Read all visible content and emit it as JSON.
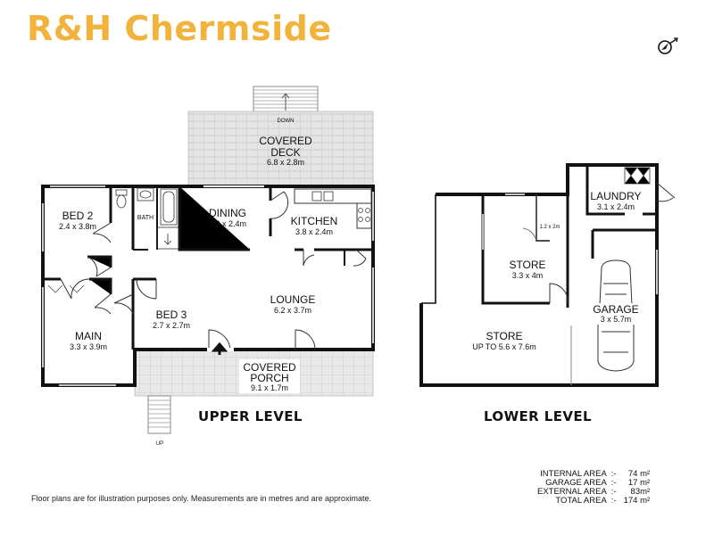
{
  "brand": {
    "name": "R&H Chermside",
    "color": "#F2B33D"
  },
  "upper_level": {
    "title": "UPPER LEVEL",
    "rooms": {
      "bed2": {
        "name": "BED 2",
        "dims": "2.4 x 3.8m"
      },
      "bath": {
        "name": "BATH"
      },
      "dining": {
        "name": "DINING",
        "dims": "3.3 x 2.4m"
      },
      "kitchen": {
        "name": "KITCHEN",
        "dims": "3.8 x 2.4m"
      },
      "deck": {
        "name_line1": "COVERED",
        "name_line2": "DECK",
        "dims": "6.8 x 2.8m"
      },
      "main": {
        "name": "MAIN",
        "dims": "3.3 x 3.9m"
      },
      "bed3": {
        "name": "BED 3",
        "dims": "2.7 x 2.7m"
      },
      "lounge": {
        "name": "LOUNGE",
        "dims": "6.2 x 3.7m"
      },
      "porch": {
        "name_line1": "COVERED",
        "name_line2": "PORCH",
        "dims": "9.1 x 1.7m"
      }
    },
    "stair_down": "DOWN",
    "stair_up": "UP"
  },
  "lower_level": {
    "title": "LOWER LEVEL",
    "rooms": {
      "laundry": {
        "name": "LAUNDRY",
        "dims": "3.1 x 2.4m"
      },
      "store_small": {
        "name": "STORE",
        "dims": "3.3 x 4m"
      },
      "store_large": {
        "name": "STORE",
        "dims": "UP TO 5.6 x 7.6m"
      },
      "garage": {
        "name": "GARAGE",
        "dims": "3 x 5.7m"
      },
      "closet": {
        "dims": "1.2 x 2m"
      }
    }
  },
  "disclaimer": "Floor plans are for illustration purposes only. Measurements are in metres and are approximate.",
  "areas": [
    {
      "label": "INTERNAL AREA",
      "value": "74 m²"
    },
    {
      "label": "GARAGE AREA",
      "value": "17 m²"
    },
    {
      "label": "EXTERNAL AREA",
      "value": "83m²"
    },
    {
      "label": "TOTAL AREA",
      "value": "174 m²"
    }
  ],
  "colors": {
    "wall": "#111111",
    "deck_tile": "#E4E4E4",
    "tile_line": "#BDBDBD"
  },
  "icons": [
    "compass-north-icon",
    "entry-arrow-icon",
    "car-icon",
    "sink-icon",
    "toilet-icon",
    "bathtub-icon"
  ]
}
